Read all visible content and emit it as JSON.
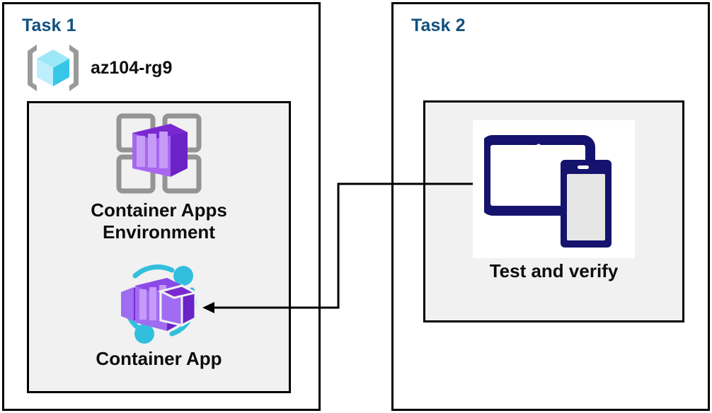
{
  "diagram": {
    "title": "Azure Container Apps task diagram",
    "background_color": "#ffffff",
    "panel_border_color": "#000000",
    "inner_panel_fill": "#f1f1f1",
    "task_title_color": "#11507f",
    "label_color": "#0d0d0d"
  },
  "task1": {
    "title": "Task 1",
    "resource_group": {
      "label": "az104-rg9",
      "icon": "azure-resource-group-icon",
      "icon_colors": {
        "bracket": "#9a9a9a",
        "cube_top": "#9ce8f7",
        "cube_left": "#bdeefb",
        "cube_right": "#37c6e8"
      }
    },
    "container_apps_environment": {
      "label": "Container Apps\nEnvironment",
      "icon": "container-apps-environment-icon",
      "icon_colors": {
        "frame": "#949494",
        "box_front": "#a866f0",
        "box_top": "#7a29d0",
        "box_side": "#6b22c6"
      }
    },
    "container_app": {
      "label": "Container App",
      "icon": "container-app-icon",
      "icon_colors": {
        "ring": "#32bfdd",
        "node": "#32bfdd",
        "box_light": "#a06cf2",
        "box_mid": "#8b4ae8",
        "box_dark": "#6b22c6"
      }
    }
  },
  "task2": {
    "title": "Task 2",
    "test_and_verify": {
      "label": "Test and verify",
      "icon": "devices-tablet-phone-icon",
      "icon_colors": {
        "device_outline": "#14146e",
        "screen": "#ffffff",
        "phone_screen": "#e6e6e6",
        "panel": "#ffffff"
      }
    }
  },
  "connector": {
    "name": "task2-to-container-app-arrow",
    "color": "#000000",
    "stroke_width": 3,
    "arrowhead": "left",
    "from": "Test and verify",
    "to": "Container App"
  }
}
